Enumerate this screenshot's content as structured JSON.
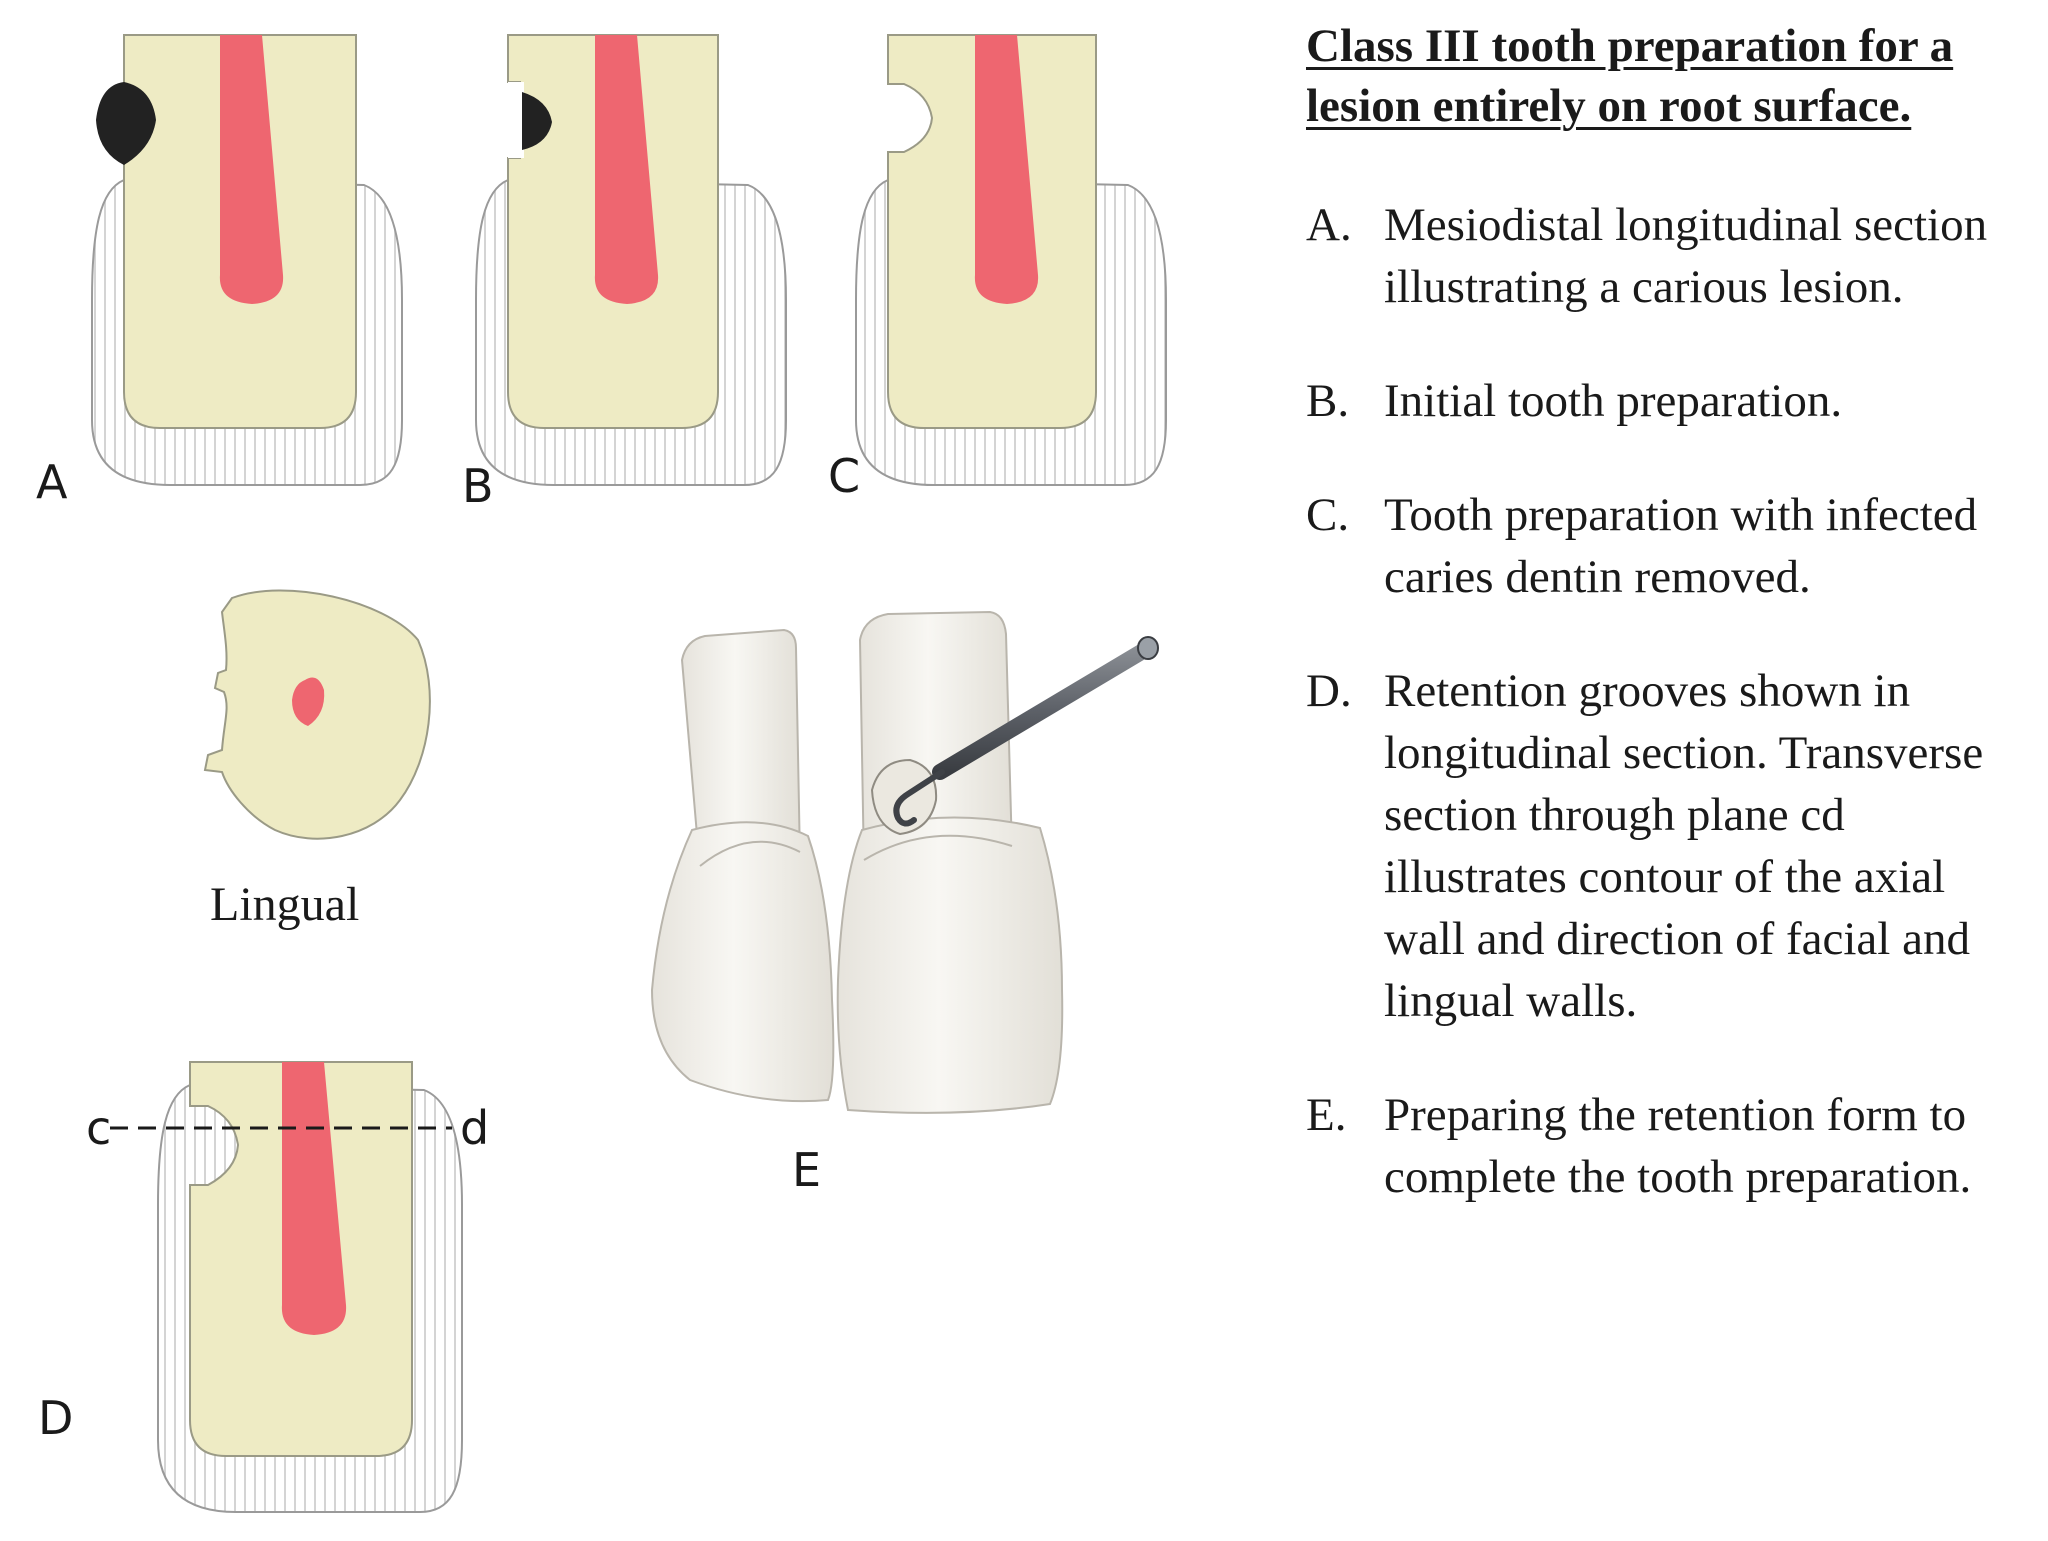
{
  "title": "Class III tooth preparation for a lesion entirely on root surface.",
  "panel_labels": {
    "A": "A",
    "B": "B",
    "C": "C",
    "D": "D",
    "E": "E",
    "section_c": "c",
    "section_d": "d",
    "lingual": "Lingual"
  },
  "legend": [
    {
      "letter": "A.",
      "text": "Mesiodistal longitudinal section illustrating a carious lesion."
    },
    {
      "letter": "B.",
      "text": "Initial tooth preparation."
    },
    {
      "letter": "C.",
      "text": "Tooth preparation with infected caries dentin removed."
    },
    {
      "letter": "D.",
      "text": "Retention grooves shown in longitudinal section. Transverse section through plane cd illustrates contour of the axial wall and direction of facial and lingual walls."
    },
    {
      "letter": "E.",
      "text": "Preparing the retention form to complete the tooth preparation."
    }
  ],
  "colors": {
    "dentin": "#eeebc4",
    "pulp": "#ee6670",
    "lesion": "#222222",
    "enamel_lines": "#c8c8c8",
    "tooth_white": "#f4f2ec"
  }
}
